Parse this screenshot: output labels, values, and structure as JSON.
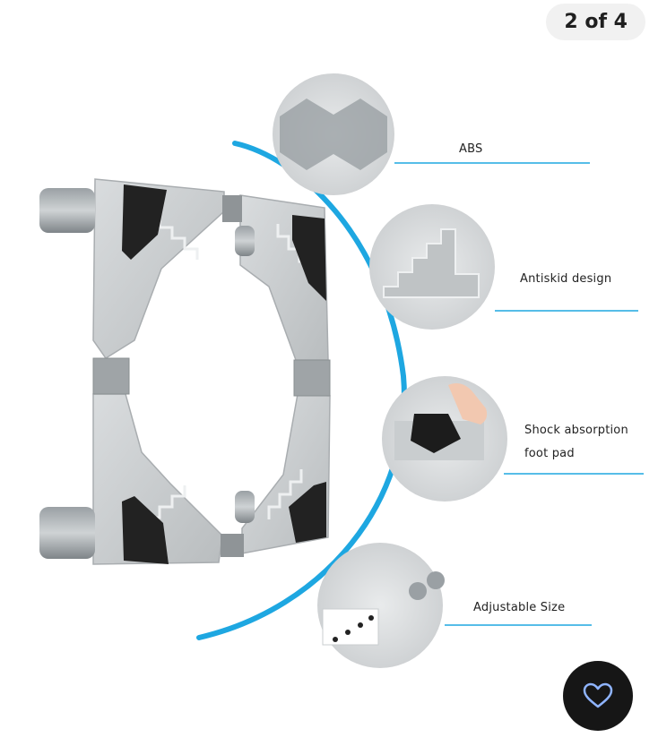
{
  "gallery": {
    "counter": "2 of 4"
  },
  "features": [
    {
      "label": "ABS"
    },
    {
      "label": "Antiskid design"
    },
    {
      "label": "Shock absorption\nfoot pad"
    },
    {
      "label": "Adjustable Size"
    }
  ],
  "favorite": {
    "icon": "heart-icon"
  },
  "colors": {
    "accent": "#1ea7e1",
    "frame": "#c8ccce",
    "pad": "#222222"
  }
}
